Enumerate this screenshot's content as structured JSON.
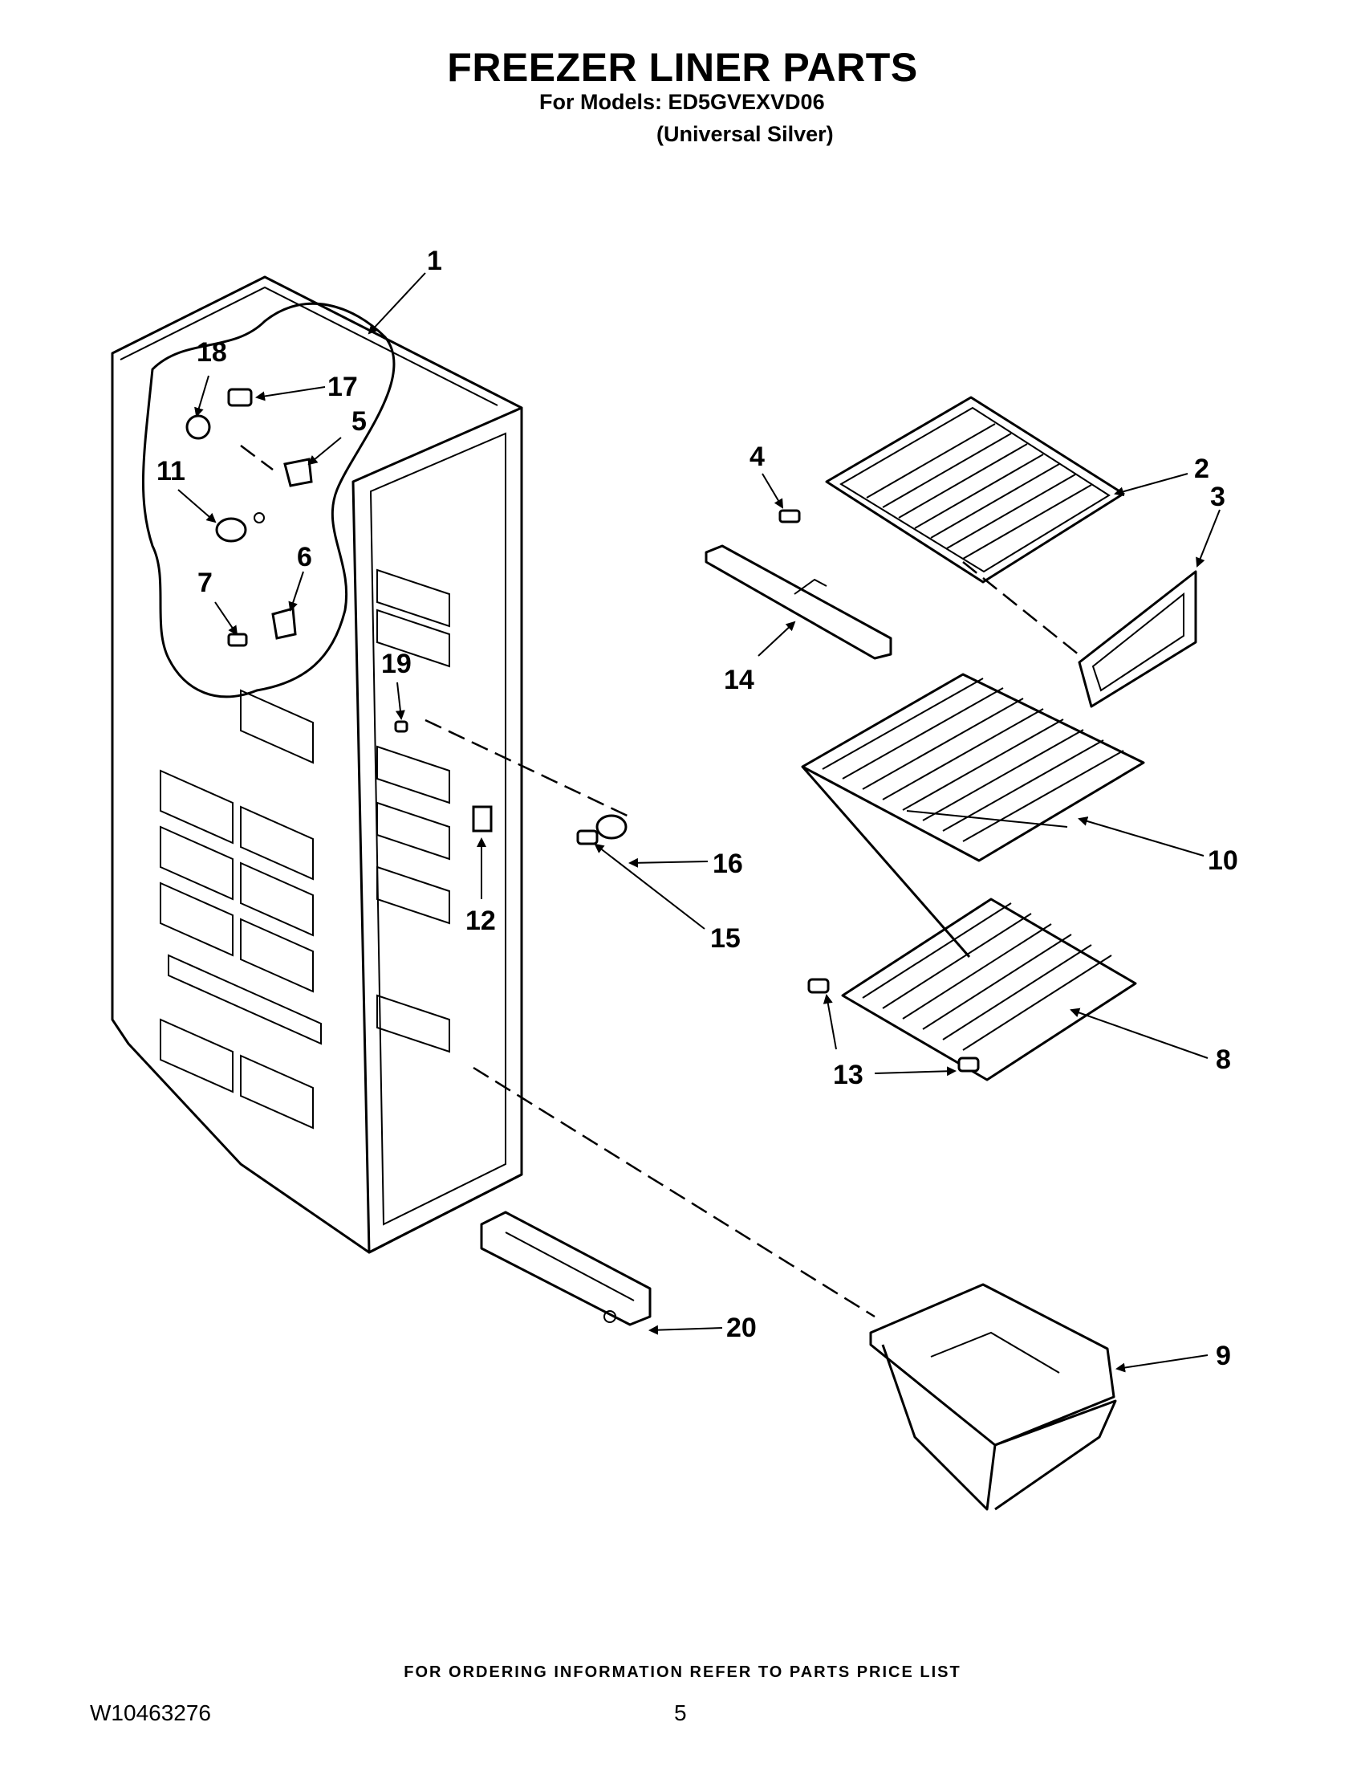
{
  "header": {
    "title": "FREEZER LINER PARTS",
    "models": "For Models: ED5GVEXVD06",
    "variant": "(Universal Silver)"
  },
  "callouts": {
    "c1": "1",
    "c2": "2",
    "c3": "3",
    "c4": "4",
    "c5": "5",
    "c6": "6",
    "c7": "7",
    "c8": "8",
    "c9": "9",
    "c10": "10",
    "c11": "11",
    "c12": "12",
    "c13": "13",
    "c14": "14",
    "c15": "15",
    "c16": "16",
    "c17": "17",
    "c18": "18",
    "c19": "19",
    "c20": "20"
  },
  "footer": {
    "note": "FOR ORDERING INFORMATION REFER TO PARTS PRICE LIST",
    "doc_number": "W10463276",
    "page_number": "5"
  }
}
